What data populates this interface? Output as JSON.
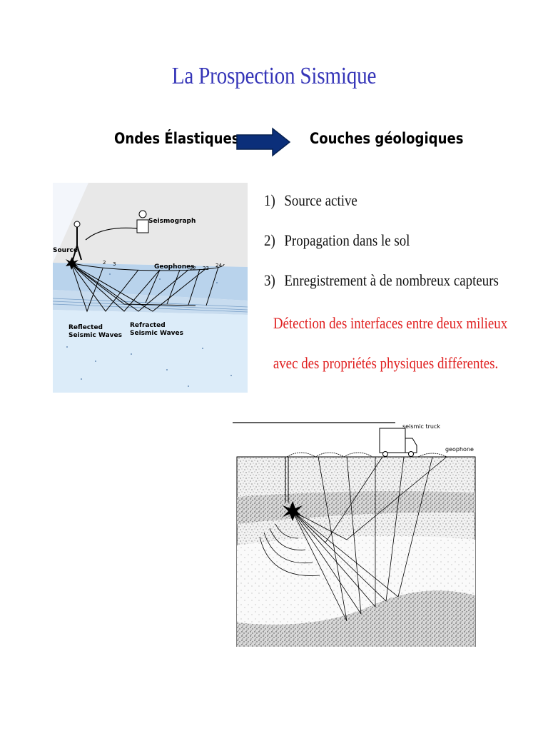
{
  "title": "La Prospection Sismique",
  "concept": {
    "left": "Ondes Élastiques",
    "right": "Couches géologiques",
    "arrow_icon": "arrow-right-icon",
    "arrow_color": "#0b2f7a"
  },
  "steps": [
    {
      "num": "1)",
      "text": "Source active"
    },
    {
      "num": "2)",
      "text": "Propagation dans le sol"
    },
    {
      "num": "3)",
      "text": "Enregistrement à de nombreux capteurs"
    }
  ],
  "highlight": {
    "line1": "Détection des interfaces entre deux milieux",
    "line2": "avec des propriétés physiques différentes.",
    "color": "#e02020"
  },
  "figure1": {
    "labels": {
      "seismograph": "Seismograph",
      "source": "Source",
      "geophones": "Geophones",
      "reflected_1": "Reflected",
      "reflected_2": "Seismic Waves",
      "refracted_1": "Refracted",
      "refracted_2": "Seismic Waves"
    },
    "geophone_numbers": [
      "2",
      "3",
      "22",
      "23",
      "24"
    ]
  },
  "figure2": {
    "labels": {
      "truck": "seismic truck",
      "geophone": "geophone"
    }
  }
}
